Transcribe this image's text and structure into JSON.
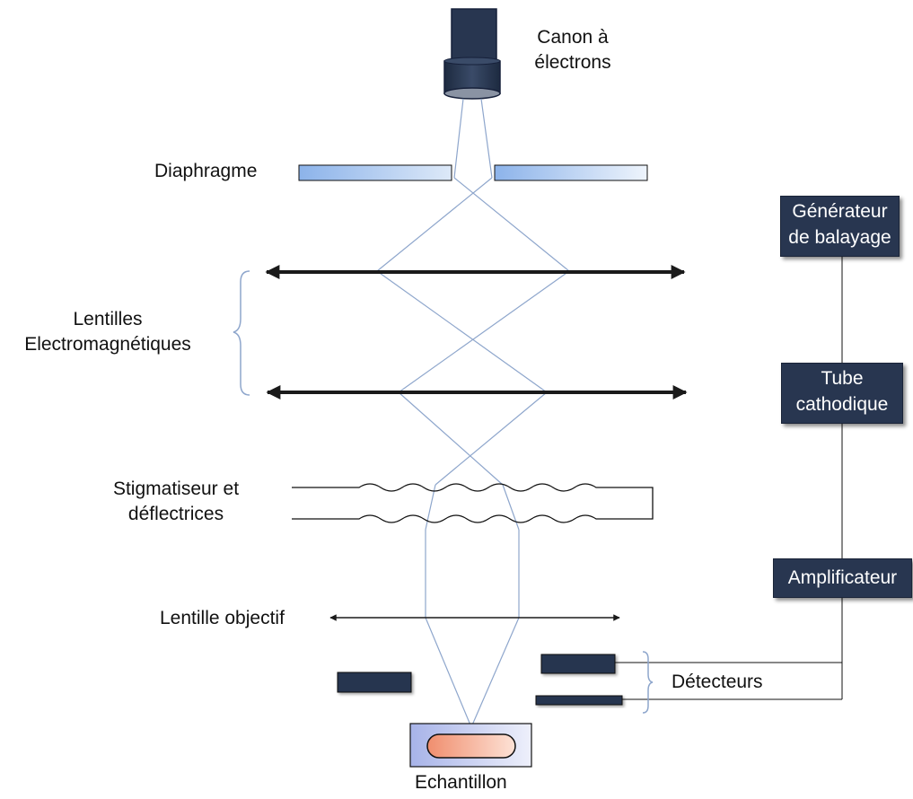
{
  "labels": {
    "electron_gun": [
      "Canon à",
      "électrons"
    ],
    "diaphragm": "Diaphragme",
    "lenses": [
      "Lentilles",
      "Electromagnétiques"
    ],
    "stigmator": [
      "Stigmatiseur et",
      "déflectrices"
    ],
    "objective_lens": "Lentille objectif",
    "detectors": "Détecteurs",
    "sample": "Echantillon"
  },
  "boxes": {
    "scan_generator": [
      "Générateur",
      "de balayage"
    ],
    "crt": [
      "Tube",
      "cathodique"
    ],
    "amplifier": "Amplificateur"
  },
  "colors": {
    "component_dark": "#283650",
    "beam": "#8ea6cc",
    "diaphragm_light": "#dde9f8",
    "diaphragm_dark": "#8cb3ea",
    "sample_fill": "#f4a78a",
    "sample_holder": "#b9c3ee"
  }
}
